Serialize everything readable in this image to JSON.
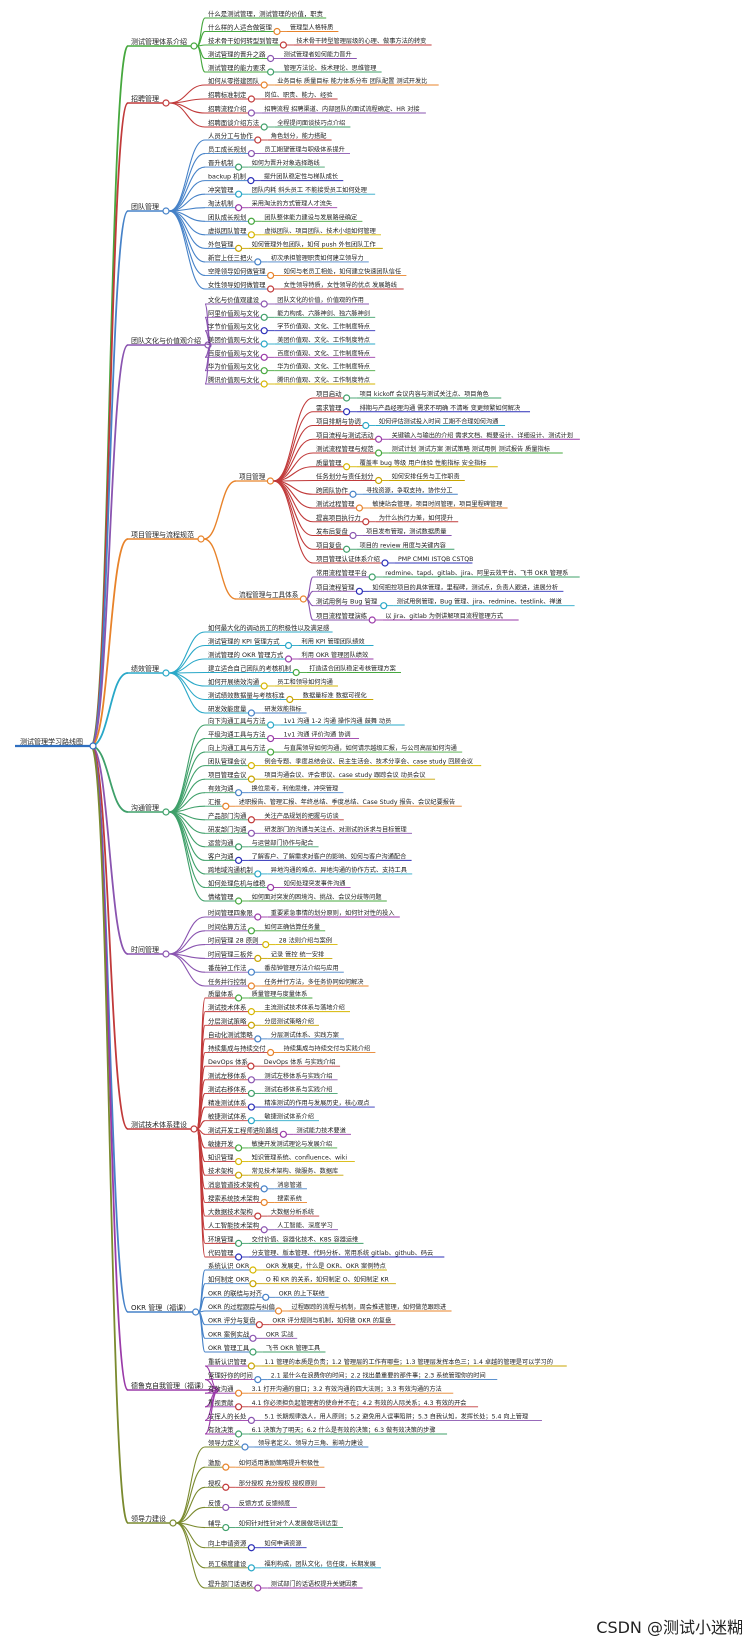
{
  "root": "测试管理学习路线图",
  "watermark": "CSDN @测试小迷糊",
  "sections": [
    {
      "name": "测试管理体系介绍",
      "color": "#46a83e",
      "items": [
        {
          "text": "什么是测试管理，测试管理的价值，职责",
          "desc": ""
        },
        {
          "text": "什么样的人适合做管理",
          "desc": "管理型人格特质"
        },
        {
          "text": "技术骨干如何转型到管理",
          "desc": "技术骨干转型管理层级的心理、做事方法的转变"
        },
        {
          "text": "测试管理的晋升之路",
          "desc": "测试管理者如何能力晋升"
        },
        {
          "text": "测试管理的能力要求",
          "desc": "管理方法论、技术理论、思维管理"
        }
      ]
    },
    {
      "name": "招聘管理",
      "color": "#c13a3a",
      "items": [
        {
          "text": "如何从零搭建团队",
          "desc": "业务目标 质量目标 能力体系分布 团队配置 测试开发比"
        },
        {
          "text": "招聘标准制定",
          "desc": "岗位、职责、能力、经验"
        },
        {
          "text": "招聘流程介绍",
          "desc": "招聘流程 招聘渠道、内部团队的面试流程确定、HR 对接"
        },
        {
          "text": "招聘面谈介绍方法",
          "desc": "全程提问面谈技巧点介绍"
        }
      ]
    },
    {
      "name": "团队管理",
      "color": "#4682c8",
      "items": [
        {
          "text": "人员分工与协作",
          "desc": "角色划分，能力搭配"
        },
        {
          "text": "员工成长规划",
          "desc": "员工期望管理与职级体系提升"
        },
        {
          "text": "晋升机制",
          "desc": "如何为晋升对象选择路线"
        },
        {
          "text": "backup 机制",
          "desc": "提升团队稳定性与梯队成长"
        },
        {
          "text": "冲突管理",
          "desc": "团队内耗 斜头员工 不能接受员工如何处理"
        },
        {
          "text": "淘汰机制",
          "desc": "采用淘汰的方式管理人才流失"
        },
        {
          "text": "团队成长规划",
          "desc": "团队整体能力建设与发展路径确定"
        },
        {
          "text": "虚拟团队管理",
          "desc": "虚拟团队、项目团队、技术小组如何管理"
        },
        {
          "text": "外包管理",
          "desc": "如何管理外包团队，如何 push 外包团队工作"
        },
        {
          "text": "新官上任三把火",
          "desc": "初次承担管理职责如何建立领导力"
        },
        {
          "text": "空降领导如何做管理",
          "desc": "如何与老员工相处，如何建立快速团队信任"
        },
        {
          "text": "女性领导如何做管理",
          "desc": "女性领导特质，女性领导的优点 发展路线"
        }
      ]
    },
    {
      "name": "团队文化与价值观介绍",
      "color": "#8a54b0",
      "items": [
        {
          "text": "文化与价值观建设",
          "desc": "团队文化的价值，价值观的作用"
        },
        {
          "text": "阿里价值观与文化",
          "desc": "能力构成、六脉神剑、独六脉神剑"
        },
        {
          "text": "字节价值观与文化",
          "desc": "字节价值观、文化、工作制度特点"
        },
        {
          "text": "美团价值观与文化",
          "desc": "美团价值观、文化、工作制度特点"
        },
        {
          "text": "百度价值观与文化",
          "desc": "百度价值观、文化、工作制度特点"
        },
        {
          "text": "华为价值观与文化",
          "desc": "华为价值观、文化、工作制度特点"
        },
        {
          "text": "腾讯价值观与文化",
          "desc": "腾讯价值观、文化、工作制度特点"
        }
      ]
    },
    {
      "name": "项目管理与流程规范",
      "color": "#e8832a",
      "subs": [
        {
          "name": "项目管理",
          "items": [
            {
              "text": "项目启动",
              "desc": "项目 kickoff 会议内容与测试关注点、项目角色"
            },
            {
              "text": "需求管理",
              "desc": "排期与产品经理沟通 需求不明确 不清晰 变更频繁如何解决"
            },
            {
              "text": "项目排期与协调",
              "desc": "如何评估测试投入时间 工期不合理如何沟通"
            },
            {
              "text": "项目流程与测试活动",
              "desc": "关键输入与输出的介绍 需求文档、概要设计、详细设计、测试计划"
            },
            {
              "text": "测试流程管理与规范",
              "desc": "测试计划 测试方案 测试策略 测试用例 测试报告 质量指标"
            },
            {
              "text": "质量管理",
              "desc": "覆盖率 bug 等级 用户体验 性能指标 安全指标"
            },
            {
              "text": "任务划分与责任划分",
              "desc": "如何安排任务与工作职责"
            },
            {
              "text": "跨团队协作",
              "desc": "寻找资源，争取支持，协作分工"
            },
            {
              "text": "测试过程管理",
              "desc": "敏捷站会管理，项目时间管理，项目里程碑管理"
            },
            {
              "text": "提高项目执行力",
              "desc": "为什么执行力差，如何提升"
            },
            {
              "text": "发布后复盘",
              "desc": "项目发布管理，测试数据质量"
            },
            {
              "text": "项目复盘",
              "desc": "项目的 review 用度与关键内容"
            },
            {
              "text": "项目管理认证体系介绍",
              "desc": "PMP CMMI ISTQB CSTQB"
            }
          ]
        },
        {
          "name": "流程管理与工具体系",
          "items": [
            {
              "text": "常用流程管理平台",
              "desc": "redmine、tapd、gitlab、jira、阿里云效平台、飞书 OKR 管理系"
            },
            {
              "text": "项目流程管理",
              "desc": "如何把控项目的具体管理，里程碑，测试点，负责人跟进，进展分析"
            },
            {
              "text": "测试用例与 Bug 管理",
              "desc": "测试用例管理，Bug 管理、jira、redmine、testlink、禅道"
            },
            {
              "text": "项目流程管理演练",
              "desc": "以 jira、gitlab 为例讲解项目流程管理方式"
            }
          ]
        }
      ]
    },
    {
      "name": "绩效管理",
      "color": "#29a8c8",
      "items": [
        {
          "text": "如何最大化的调动员工的积极性以及满足感",
          "desc": ""
        },
        {
          "text": "测试管理的 KPI 管理方式",
          "desc": "利用 KPI 管理团队绩效"
        },
        {
          "text": "测试管理的 OKR 管理方式",
          "desc": "利用 OKR 管理团队绩效"
        },
        {
          "text": "建立适合自己团队的考核机制",
          "desc": "打造适合团队稳定考核管理方案"
        },
        {
          "text": "如何开展绩效沟通",
          "desc": "员工和领导如何沟通"
        },
        {
          "text": "测试绩效数据量与考核标准",
          "desc": "数据量标准 数据可视化"
        },
        {
          "text": "研发效能度量",
          "desc": "研发效能指标"
        }
      ]
    },
    {
      "name": "沟通管理",
      "color": "#3fa06a",
      "items": [
        {
          "text": "向下沟通工具与方法",
          "desc": "1v1 沟通 1-2 沟通 操作沟通 鼓舞 动员"
        },
        {
          "text": "平级沟通工具与方法",
          "desc": "1v1 沟通 评价沟通 协调"
        },
        {
          "text": "向上沟通工具与方法",
          "desc": "与直属领导如何沟通，如何请示越级汇报，与公司高层如何沟通"
        },
        {
          "text": "团队管理会议",
          "desc": "例会专题、季度总结会议、民主生活会、技术分享会、case study 回顾会议"
        },
        {
          "text": "项目管理会议",
          "desc": "项目沟通会议、评会审议、case study 跟踪会议 动员会议"
        },
        {
          "text": "有效沟通",
          "desc": "换位思考，利他思维，冲突管理"
        },
        {
          "text": "汇报",
          "desc": "述职报告、管理汇报、年终总结、季度总结、Case Study 报告、会议纪要报告"
        },
        {
          "text": "产品部门沟通",
          "desc": "关注产品规划的把握与访谈"
        },
        {
          "text": "研发部门沟通",
          "desc": "研发部门的沟通与关注点、对测试的诉求与目标管理"
        },
        {
          "text": "运营沟通",
          "desc": "与运营部门协作与配合"
        },
        {
          "text": "客户沟通",
          "desc": "了解客户、了解需求对客户的影响、如何与客户沟通配合"
        },
        {
          "text": "跨地域沟通机制",
          "desc": "异地沟通的难点、异地沟通的协作方式、支持工具"
        },
        {
          "text": "如何处理危机与维稳",
          "desc": "如何处理突发事件沟通"
        },
        {
          "text": "情绪管理",
          "desc": "如何面对突发的困境沟、挑战、会议分歧等问题"
        }
      ]
    },
    {
      "name": "时间管理",
      "color": "#8a54b0",
      "items": [
        {
          "text": "时间管理四象限",
          "desc": "重要紧急事情的划分原则，如何针对性的投入"
        },
        {
          "text": "时间估算方法",
          "desc": "如何正确估算任务量"
        },
        {
          "text": "时间管理 28 原则",
          "desc": "28 法则介绍与案例"
        },
        {
          "text": "时间管理三板斧",
          "desc": "记录 管控 统一安排"
        },
        {
          "text": "番茄钟工作法",
          "desc": "番茄钟管理方法介绍与应用"
        },
        {
          "text": "任务并行控制",
          "desc": "任务并行方法，多任务协同如何解决"
        }
      ]
    },
    {
      "name": "测试技术体系建设",
      "color": "#c13a3a",
      "items": [
        {
          "text": "质量体系",
          "desc": "质量管理与度量体系"
        },
        {
          "text": "测试技术体系",
          "desc": "主流测试技术体系与落地介绍"
        },
        {
          "text": "分层测试策略",
          "desc": "分层测试策略介绍"
        },
        {
          "text": "自动化测试策略",
          "desc": "分层测试体系、实践方案"
        },
        {
          "text": "持续集成与持续交付",
          "desc": "持续集成与持续交付与实践介绍"
        },
        {
          "text": "DevOps 体系",
          "desc": "DevOps 体系 与实践介绍"
        },
        {
          "text": "测试左移体系",
          "desc": "测试左移体系与实践介绍"
        },
        {
          "text": "测试右移体系",
          "desc": "测试右移体系与实践介绍"
        },
        {
          "text": "精准测试体系",
          "desc": "精准测试的作用与发展历史，核心观点"
        },
        {
          "text": "敏捷测试体系",
          "desc": "敏捷测试体系介绍"
        },
        {
          "text": "测试开发工程师进阶路线",
          "desc": "测试能力技术要道"
        },
        {
          "text": "敏捷开发",
          "desc": "敏捷开发测试理论与发展介绍"
        },
        {
          "text": "知识管理",
          "desc": "知识管理系统、confluence、wiki"
        },
        {
          "text": "技术架构",
          "desc": "常见技术架构、微服务、数据库"
        },
        {
          "text": "消息管道技术架构",
          "desc": "消息管道"
        },
        {
          "text": "搜索系统技术架构",
          "desc": "搜索系统"
        },
        {
          "text": "大数据技术架构",
          "desc": "大数据分析系统"
        },
        {
          "text": "人工智能技术架构",
          "desc": "人工智能、深度学习"
        },
        {
          "text": "环境管理",
          "desc": "交付价值、容器化技术、K8S 容器运维"
        },
        {
          "text": "代码管理",
          "desc": "分支管理、版本管理、代码分析、常用系统 gitlab、github、码云"
        }
      ]
    },
    {
      "name": "OKR 管理（福课）",
      "color": "#4682c8",
      "items": [
        {
          "text": "系统认识 OKR",
          "desc": "OKR 发展史，什么是 OKR、OKR 案例特点"
        },
        {
          "text": "如何制定 OKR",
          "desc": "O 和 KR 的关系，如何制定 O、如何制定 KR"
        },
        {
          "text": "OKR 的联结与对齐",
          "desc": "OKR 的上下联结"
        },
        {
          "text": "OKR 的过程跟踪与纠偏",
          "desc": "过程跟踪的流程与机制，周会推进管理，如何做范跟踪进"
        },
        {
          "text": "OKR 评分与复盘",
          "desc": "OKR 评分规则与机制，如何做 OKR 的复盘"
        },
        {
          "text": "OKR 案例实战",
          "desc": "OKR 实战"
        },
        {
          "text": "OKR 管理工具",
          "desc": "飞书 OKR 管理工具"
        }
      ]
    },
    {
      "name": "德鲁克自我管理（福课）",
      "color": "#9a3aa8",
      "items": [
        {
          "text": "重新认识管理",
          "desc": "1.1 管理的本质是负责；1.2 管理层的工作有哪些；1.3 管理层发挥本色三；1.4 卓越的管理是可以学习的"
        },
        {
          "text": "管理好你的时间",
          "desc": "2.1 是什么在浪费你的时间；2.2 找出最重要的那件事；2.3 系统管理你的时间"
        },
        {
          "text": "有效沟通",
          "desc": "3.1 打开沟通的窗口；3.2 有效沟通的四大法则；3.3 有效沟通的方法"
        },
        {
          "text": "重视贡献",
          "desc": "4.1 你必须担负起管理者的使命并不在；4.2 有效的人际关系；4.3 有效的开会"
        },
        {
          "text": "发挥人的长处",
          "desc": "5.1 长期规律选人，用人原则；5.2 避免用人误事陷阱；5.3 自我认知，发挥长处；5.4 向上管理"
        },
        {
          "text": "有效决策",
          "desc": "6.1 决策为了明天；6.2 什么是有效的决策；6.3 做有效决策的步骤"
        }
      ]
    },
    {
      "name": "领导力建设",
      "color": "#7a8a2e",
      "items": [
        {
          "text": "领导力定义",
          "desc": "领导者定义、领导力三角、影响力建设"
        },
        {
          "text": "激励",
          "desc": "如何适用激励策略提升积极性"
        },
        {
          "text": "授权",
          "desc": "部分授权 充分授权 授权原则"
        },
        {
          "text": "反馈",
          "desc": "反馈方式 反馈频度"
        },
        {
          "text": "辅导",
          "desc": "如何针对性针对个人发展做培训达型"
        },
        {
          "text": "向上申请资源",
          "desc": "如何申请资源"
        },
        {
          "text": "员工梯度建设",
          "desc": "福利构成，团队文化，信任度，长期发展"
        },
        {
          "text": "提升部门话语权",
          "desc": "测试部门的话语权提升关键因素"
        }
      ]
    }
  ]
}
